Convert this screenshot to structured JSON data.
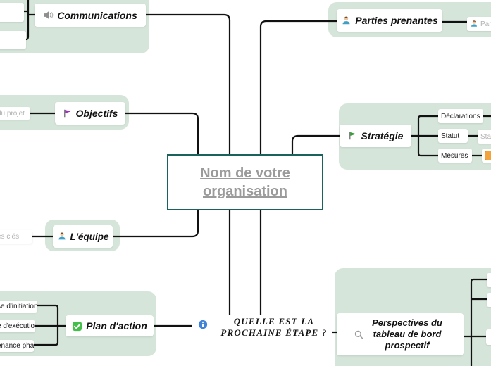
{
  "colors": {
    "boundary_fill": "#d6e5da",
    "connector": "#111111",
    "central_border": "#1a635c",
    "central_text": "#9b9b9b",
    "placeholder_text": "#b3b3b3",
    "label_text": "#121212",
    "purple_flag": "#a12cc9",
    "green_flag": "#2fa12f",
    "check_green": "#43c04a",
    "info_blue": "#3f83d8",
    "orange_icon": "#f2a33c"
  },
  "central_node": {
    "label": "Nom de votre organisation"
  },
  "branches": {
    "communications": {
      "label": "Communications",
      "icon": "speaker-icon"
    },
    "parties_prenantes": {
      "label": "Parties prenantes",
      "icon": "person-icon",
      "child_partial": "Par"
    },
    "objectifs": {
      "label": "Objectifs",
      "icon": "purple-flag-icon",
      "left_partial": "du projet"
    },
    "strategie": {
      "label": "Stratégie",
      "icon": "green-flag-icon",
      "children": [
        "Déclarations",
        "Statut",
        "Mesures"
      ],
      "statut_child_partial": "Sta"
    },
    "equipe": {
      "label": "L'équipe",
      "icon": "person-icon",
      "left_partial": "es clés"
    },
    "plan_action": {
      "label": "Plan d'action",
      "icon": "check-icon",
      "left_partials": [
        "se d'initiation",
        "e d'exécution",
        "enance phase"
      ]
    },
    "question": {
      "line1": "QUELLE EST LA",
      "line2": "PROCHAINE ÉTAPE ?",
      "icon": "info-icon"
    },
    "perspectives": {
      "label": "Perspectives du tableau de bord prospectif",
      "icon": "magnifier-icon"
    }
  }
}
